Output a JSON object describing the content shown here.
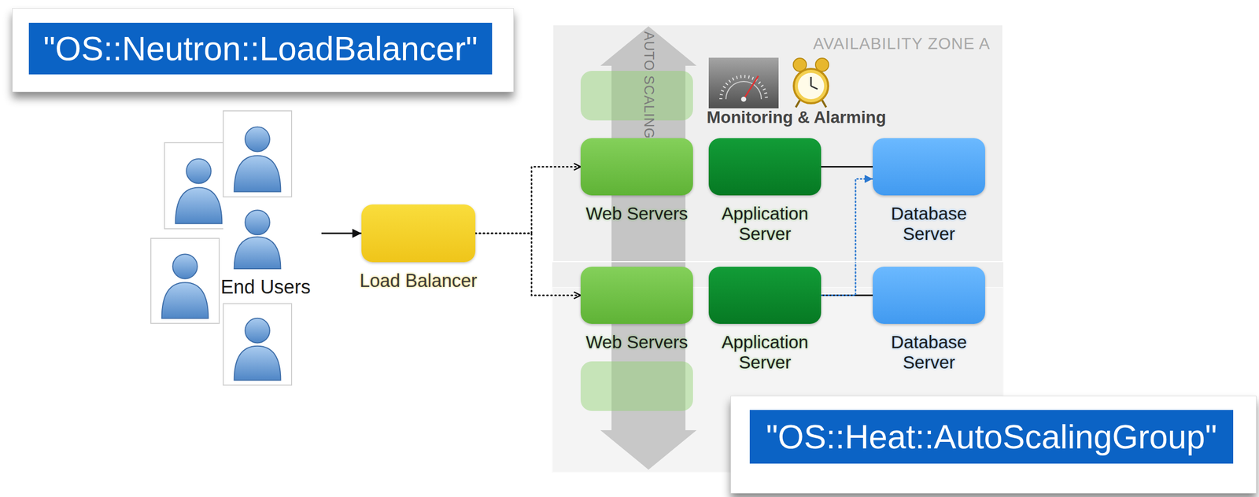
{
  "diagram": {
    "nodes": [
      {
        "text": [
          "\"OS::Neutron::LoadBalancer\""
        ]
      },
      {
        "text": [
          "End Users"
        ]
      },
      {
        "text": [
          "Load Balancer"
        ]
      },
      {
        "text": [
          "AVAILABILITY ZONE A"
        ]
      },
      {
        "text": [
          "Web Servers"
        ],
        "in": 3
      },
      {
        "text": [
          "Application Server"
        ],
        "in": 3
      },
      {
        "text": [
          "Database Server"
        ],
        "in": 3
      },
      {
        "text": [
          "Web Servers"
        ]
      },
      {
        "text": [
          "Application Server"
        ]
      },
      {
        "text": [
          "Database Server"
        ]
      },
      {
        "text": [
          "\"OS::Heat::AutoScalingGroup\""
        ]
      }
    ],
    "edges": [
      {
        "from": 1,
        "to": 2,
        "arrow": "to"
      },
      {
        "from": 2,
        "to": 4,
        "arrow": "to"
      },
      {
        "from": 2,
        "to": 7,
        "arrow": "to"
      },
      {
        "from": 5,
        "to": 6,
        "arrow": "none"
      },
      {
        "from": 8,
        "to": 9,
        "arrow": "none"
      },
      {
        "from": 8,
        "to": 6,
        "arrow": "to"
      }
    ],
    "labels": [
      "AUTO SCALING",
      "Monitoring & Alarming"
    ]
  }
}
